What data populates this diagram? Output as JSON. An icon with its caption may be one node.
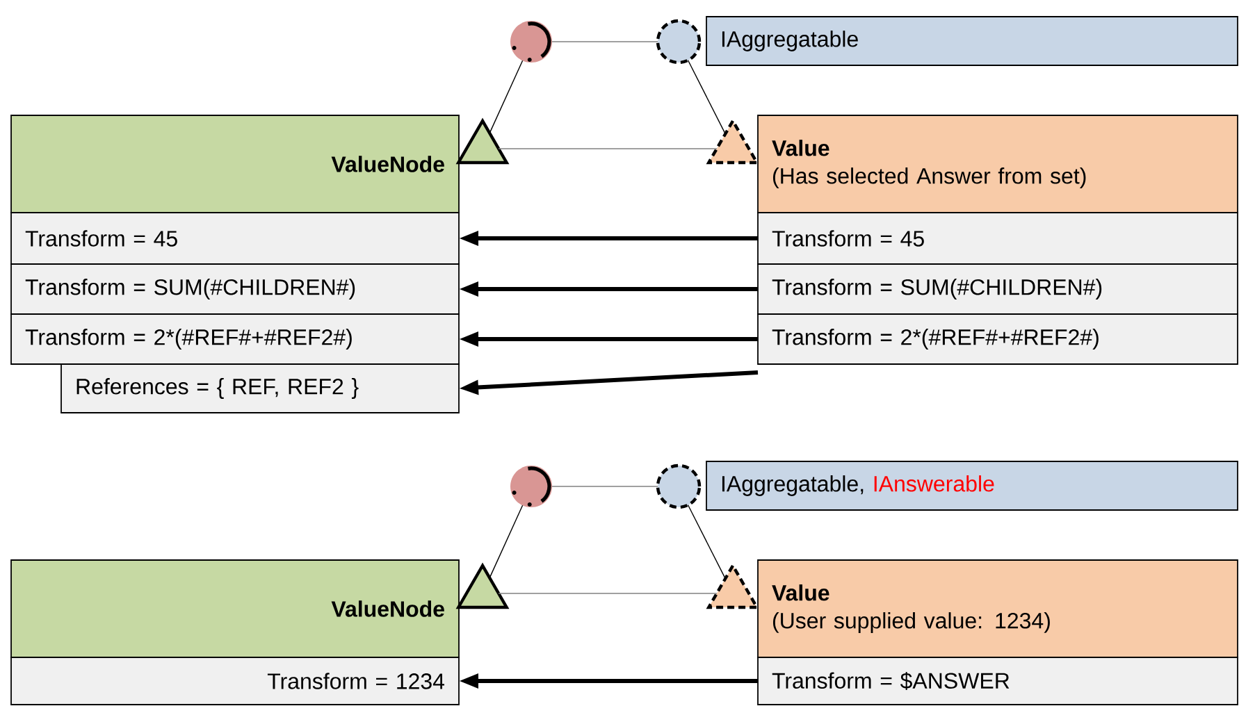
{
  "diagram": {
    "nodes": [
      {
        "text": [
          "ValueNode"
        ]
      },
      {
        "text": [
          "Transform = 45"
        ]
      },
      {
        "text": [
          "Transform = SUM(#CHILDREN#)"
        ]
      },
      {
        "text": [
          "Transform = 2*(#REF#+#REF2#)"
        ]
      },
      {
        "text": [
          "References = { REF, REF2 }"
        ]
      },
      {
        "text": [],
        "shape": "triangle"
      },
      {
        "text": [],
        "shape": "circle"
      },
      {
        "text": [],
        "shape": "circle"
      },
      {
        "text": [
          "IAggregatable"
        ]
      },
      {
        "text": [],
        "shape": "triangle"
      },
      {
        "text": [
          "Value",
          "(Has selected Answer from set)"
        ]
      },
      {
        "text": [
          "Transform = 45"
        ]
      },
      {
        "text": [
          "Transform = SUM(#CHILDREN#)"
        ]
      },
      {
        "text": [
          "Transform = 2*(#REF#+#REF2#)"
        ]
      },
      {
        "text": [
          "ValueNode"
        ]
      },
      {
        "text": [
          "Transform = 1234"
        ]
      },
      {
        "text": [],
        "shape": "triangle"
      },
      {
        "text": [],
        "shape": "circle"
      },
      {
        "text": [],
        "shape": "circle"
      },
      {
        "text": [
          "IAggregatable,",
          "IAnswerable"
        ]
      },
      {
        "text": [],
        "shape": "triangle"
      },
      {
        "text": [
          "Value",
          "(User supplied value: 1234)"
        ]
      },
      {
        "text": [
          "Transform = $ANSWER"
        ]
      }
    ],
    "edges": [
      {
        "from": 11,
        "to": 1,
        "arrow": "to",
        "style": "thick"
      },
      {
        "from": 12,
        "to": 2,
        "arrow": "to",
        "style": "thick"
      },
      {
        "from": 13,
        "to": 3,
        "arrow": "to",
        "style": "thick"
      },
      {
        "from": 13,
        "to": 4,
        "arrow": "to",
        "style": "thick"
      },
      {
        "from": 6,
        "to": 7,
        "arrow": "none",
        "color": "#808080"
      },
      {
        "from": 6,
        "to": 5,
        "arrow": "none"
      },
      {
        "from": 7,
        "to": 9,
        "arrow": "none"
      },
      {
        "from": 5,
        "to": 9,
        "arrow": "none",
        "color": "#808080"
      },
      {
        "from": 22,
        "to": 15,
        "arrow": "to",
        "style": "thick"
      },
      {
        "from": 17,
        "to": 18,
        "arrow": "none",
        "color": "#808080"
      },
      {
        "from": 17,
        "to": 16,
        "arrow": "none"
      },
      {
        "from": 18,
        "to": 20,
        "arrow": "none"
      },
      {
        "from": 16,
        "to": 20,
        "arrow": "none",
        "color": "#808080"
      }
    ]
  }
}
